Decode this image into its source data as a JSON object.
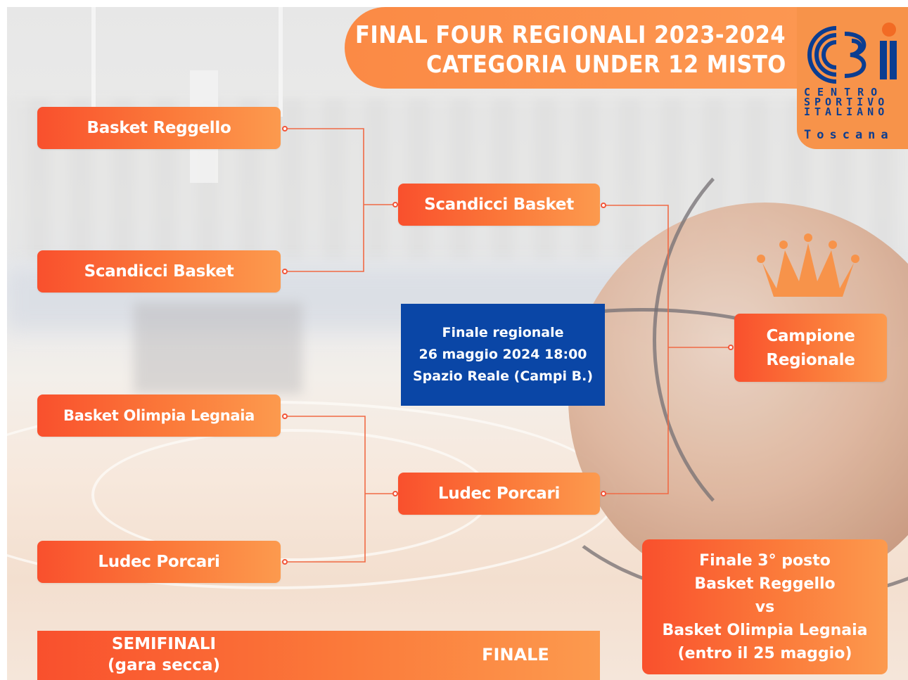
{
  "header": {
    "title_line1": "FINAL FOUR REGIONALI 2023-2024",
    "title_line2": "CATEGORIA UNDER 12 MISTO"
  },
  "logo": {
    "name": "csi-logo",
    "line1": "CENTRO",
    "line2": "SPORTIVO",
    "line3": "ITALIANO",
    "line4": "Toscana"
  },
  "bracket": {
    "semifinal_1": {
      "team_a": "Basket Reggello",
      "team_b": "Scandicci Basket",
      "winner": "Scandicci Basket"
    },
    "semifinal_2": {
      "team_a": "Basket Olimpia Legnaia",
      "team_b": "Ludec Porcari",
      "winner": "Ludec Porcari"
    },
    "champion_label_1": "Campione",
    "champion_label_2": "Regionale"
  },
  "final_info": {
    "line1": "Finale regionale",
    "line2": "26 maggio 2024 18:00",
    "line3": "Spazio Reale (Campi B.)"
  },
  "third_place": {
    "line1": "Finale 3° posto",
    "line2": "Basket Reggello",
    "line3": "vs",
    "line4": "Basket Olimpia Legnaia",
    "line5": "(entro il 25 maggio)"
  },
  "footer": {
    "semifinali_1": "SEMIFINALI",
    "semifinali_2": "(gara secca)",
    "finale": "FINALE"
  },
  "colors": {
    "accent": "#f9502d",
    "accent_light": "#fc9a4e",
    "title_orange": "#fb8a45",
    "blue": "#0a46a6",
    "csi_blue": "#0b3d91"
  }
}
